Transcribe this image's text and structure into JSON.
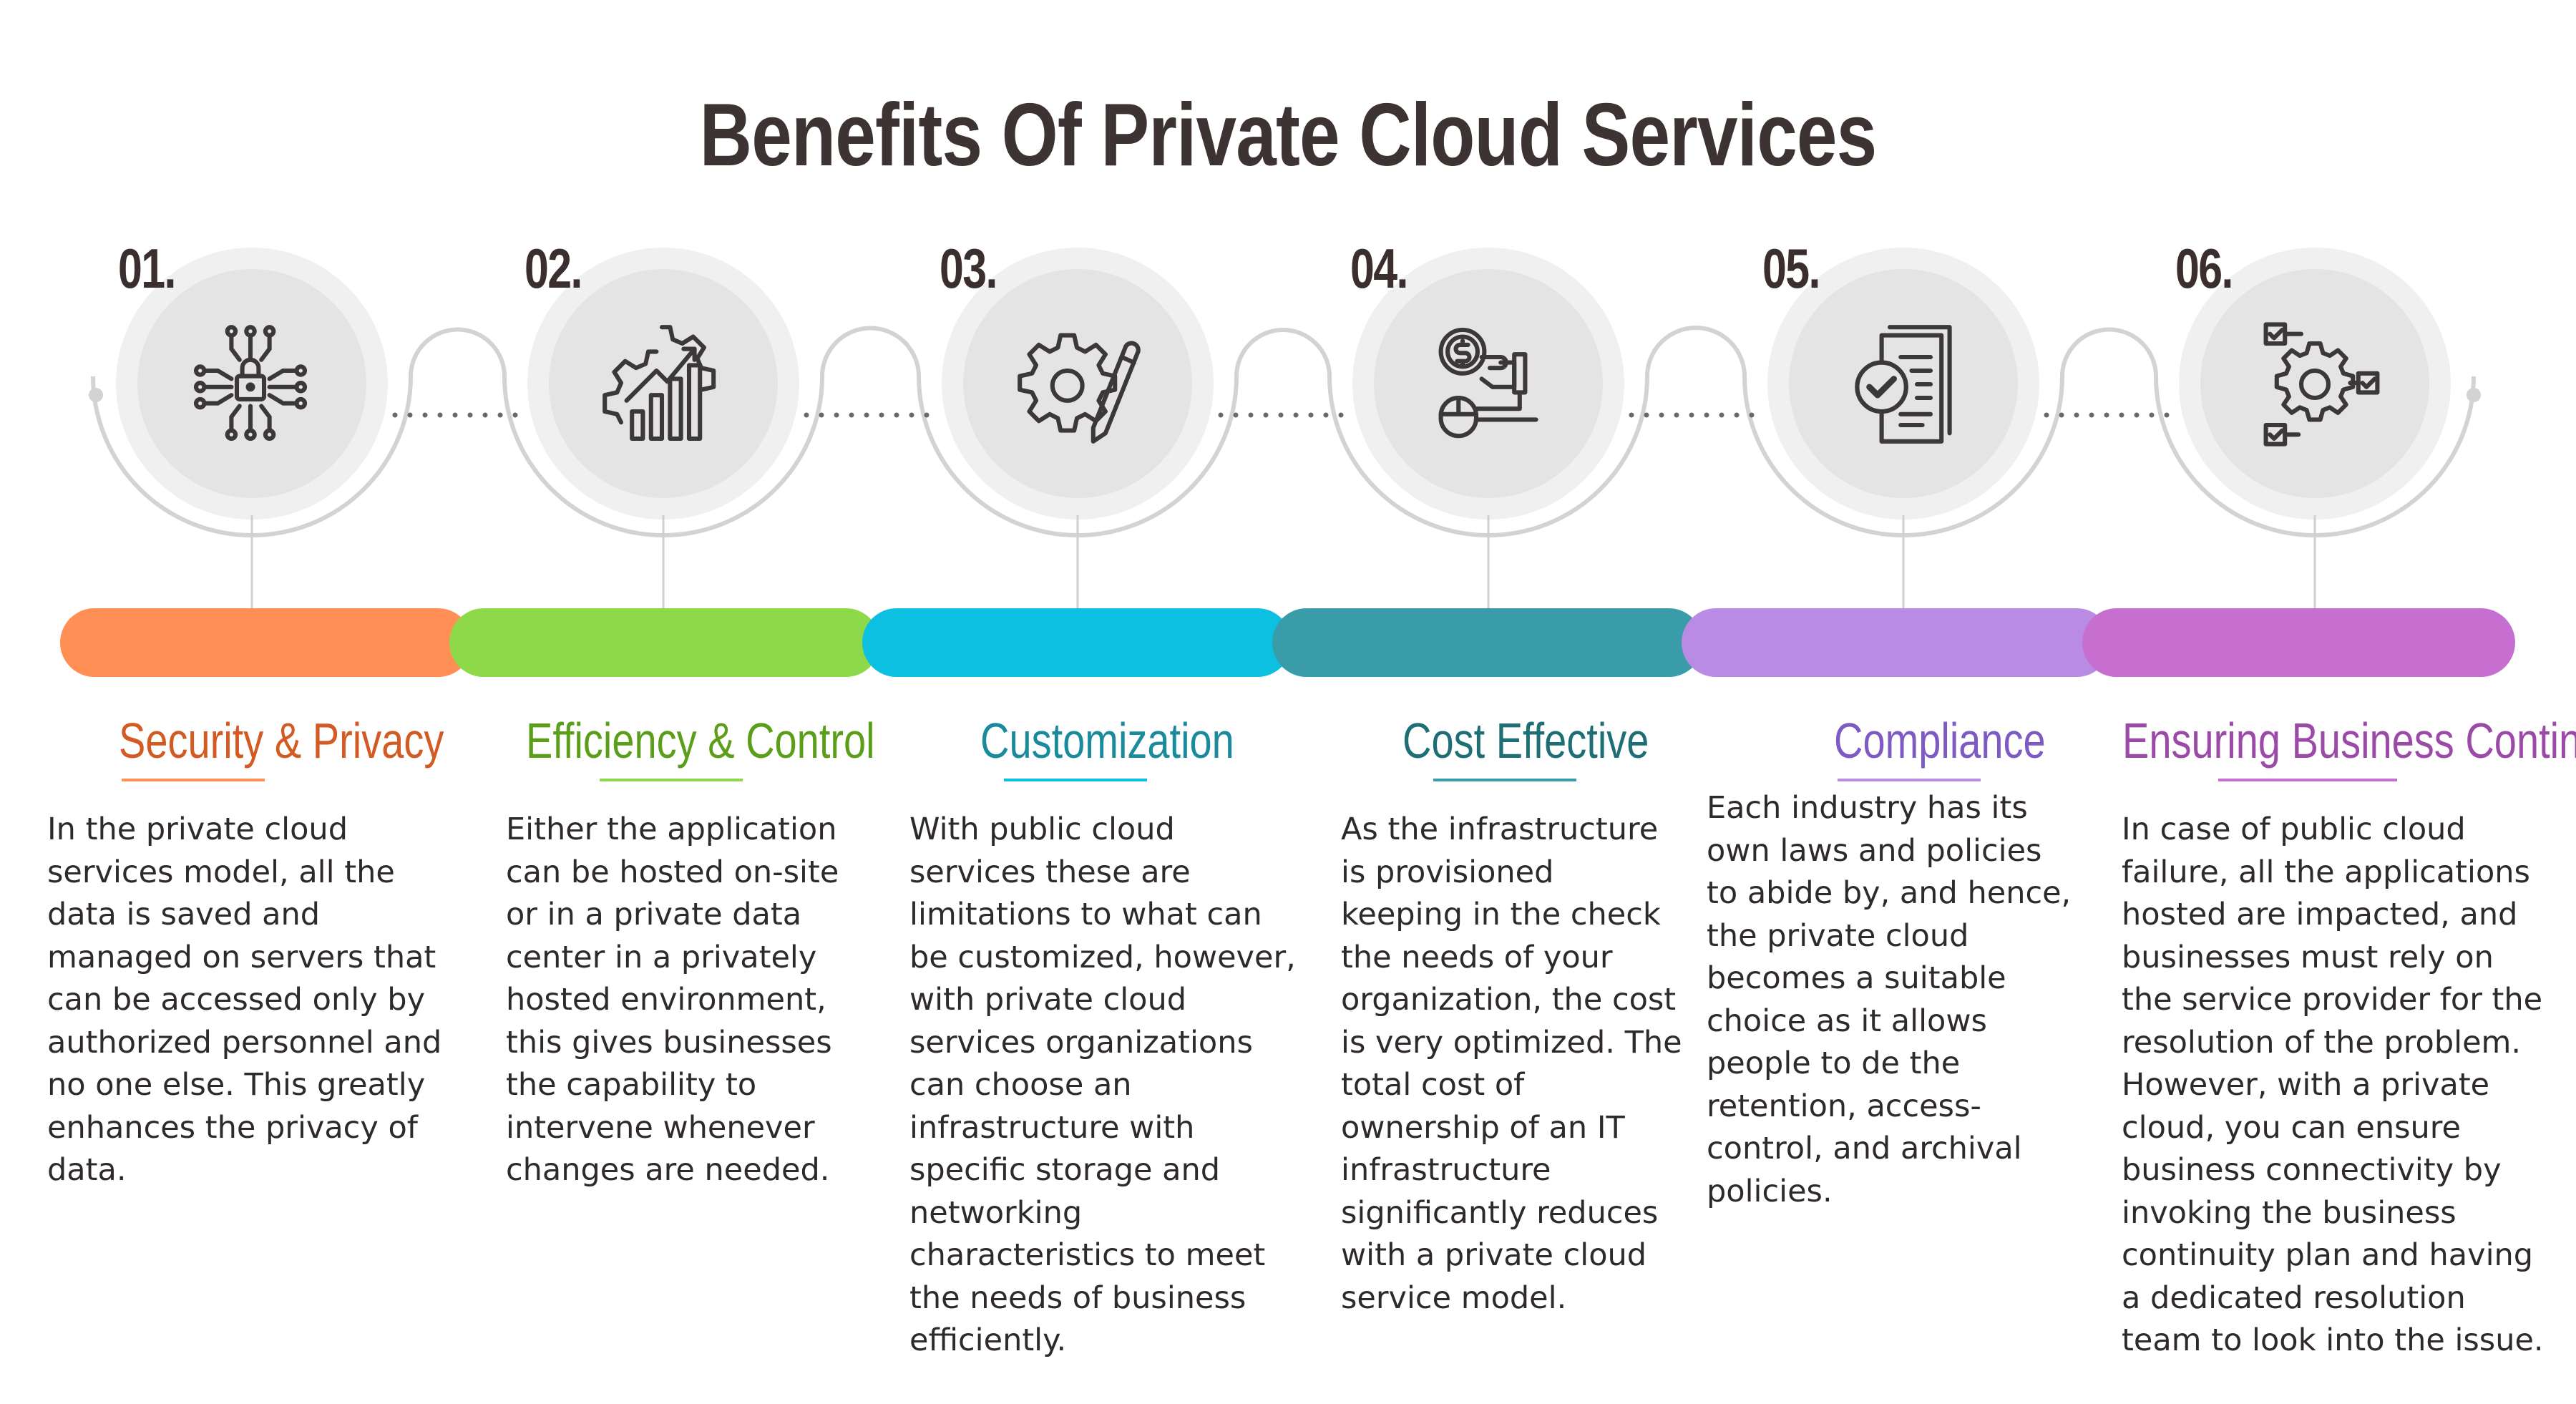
{
  "title": "Benefits Of Private Cloud Services",
  "steps": [
    {
      "number": "01.",
      "icon": "circuit-lock-icon",
      "heading": "Security & Privacy",
      "color": "#d35a23",
      "text": "In the private cloud\nservices model, all the\ndata is saved and\nmanaged on servers that\ncan be accessed only by\nauthorized personnel and\nno one else. This greatly\nenhances the privacy of\ndata."
    },
    {
      "number": "02.",
      "icon": "gear-growth-chart-icon",
      "heading": "Efficiency & Control",
      "color": "#5a9e1a",
      "text": "Either the application\ncan be hosted on-site\nor in a private data\ncenter in a privately\nhosted environment,\nthis gives businesses\nthe capability to\nintervene whenever\nchanges are needed."
    },
    {
      "number": "03.",
      "icon": "gear-pencil-icon",
      "heading": "Customization",
      "color": "#1a8b9c",
      "text": "With public cloud\nservices these are\nlimitations to what can\nbe customized, however,\nwith private cloud\nservices organizations\ncan choose an\ninfrastructure with\nspecific storage and\nnetworking\ncharacteristics to meet\nthe needs of business\nefficiently."
    },
    {
      "number": "04.",
      "icon": "dollar-hand-mouse-icon",
      "heading": "Cost Effective",
      "color": "#1d6f75",
      "text": "As the infrastructure\nis provisioned\nkeeping in the check\nthe needs of your\norganization, the cost\nis very optimized. The\ntotal cost of\nownership of an IT\ninfrastructure\nsignificantly reduces\nwith a private cloud\nservice model."
    },
    {
      "number": "05.",
      "icon": "document-check-icon",
      "heading": "Compliance",
      "color": "#7e5bc4",
      "text": "Each industry has its\nown laws and policies\nto abide by, and hence,\nthe private cloud\nbecomes a suitable\nchoice as it allows\npeople to de the\nretention, access-\ncontrol, and archival\npolicies."
    },
    {
      "number": "06.",
      "icon": "gear-checklist-icon",
      "heading": "Ensuring Business Continuity",
      "color": "#9b4aa8",
      "text": "In case of public cloud\nfailure, all the applications\nhosted are impacted, and\nbusinesses must rely on\nthe service provider for the\nresolution of the problem.\nHowever, with a private\ncloud, you can ensure\nbusiness connectivity by\ninvoking the business\ncontinuity plan and having\na dedicated resolution\nteam to look into the issue."
    }
  ],
  "bar_colors": [
    "#ff8f54",
    "#8ed94a",
    "#0dbfe0",
    "#3a9ca8",
    "#b98be4",
    "#c66fd1"
  ],
  "circle_colors": {
    "outer": "#f0f0f0",
    "inner": "#e4e4e4",
    "track": "#d3d3d3",
    "icon": "#3c3837"
  }
}
